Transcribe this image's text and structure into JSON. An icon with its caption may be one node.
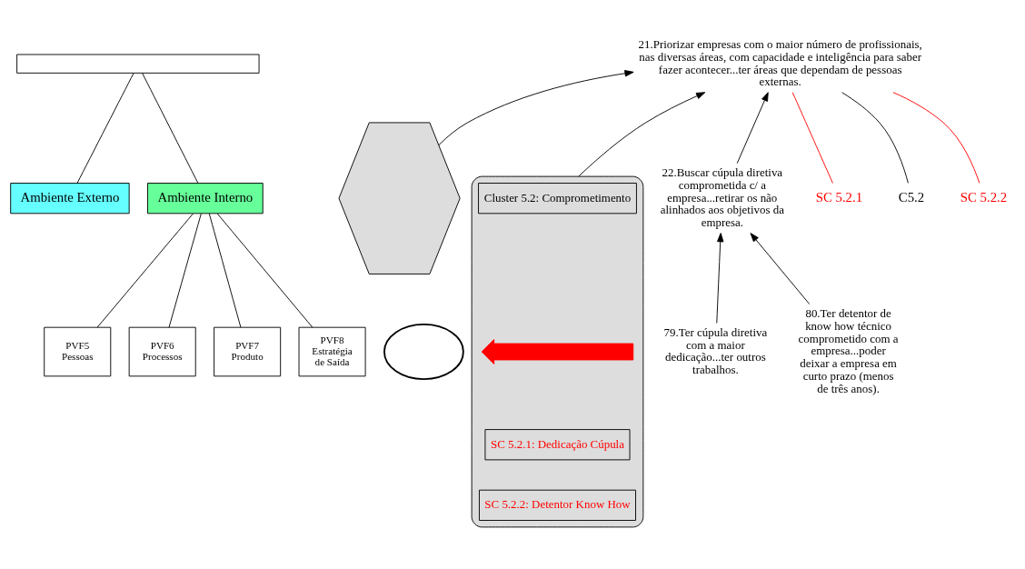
{
  "diagram": {
    "nodes": [
      {
        "text": [],
        "shape": "box"
      },
      {
        "text": [
          "Ambiente Externo"
        ]
      },
      {
        "text": [
          "Ambiente Interno"
        ]
      },
      {
        "text": [
          "PVF5 Pessoas"
        ]
      },
      {
        "text": [
          "PVF6 Processos"
        ]
      },
      {
        "text": [
          "PVF7 Produto"
        ]
      },
      {
        "text": [
          "PVF8 Estratégia de Saída"
        ]
      },
      {
        "text": [],
        "shape": "circle"
      },
      {
        "text": [
          "21.Priorizar empresas com o maior número de profissionais, nas diversas áreas, com capacidade e inteligência para saber fazer acontecer...ter áreas que dependam de pessoas externas."
        ]
      },
      {
        "text": [],
        "shape": "polygon"
      },
      {
        "text": [],
        "shape": "polygon"
      },
      {
        "text": [
          "Cluster 5.2: Comprometimento"
        ],
        "in": 10
      },
      {
        "text": [],
        "shape": "arrow",
        "in": 10
      },
      {
        "text": [
          "SC 5.2.1: Dedicação Cúpula"
        ],
        "in": 10
      },
      {
        "text": [
          "SC 5.2.2: Detentor Know How"
        ],
        "in": 10
      },
      {
        "text": [
          "22.Buscar cúpula diretiva comprometida c/ a empresa...retirar os não alinhados aos objetivos da empresa."
        ]
      },
      {
        "text": [
          "79.Ter cúpula diretiva com a maior dedicação...ter outros trabalhos."
        ]
      },
      {
        "text": [
          "80.Ter detentor de know how técnico comprometido com a empresa...poder deixar a empresa em curto prazo (menos de três anos)."
        ]
      },
      {
        "text": [
          "SC 5.2.1"
        ]
      },
      {
        "text": [
          "C5.2"
        ]
      },
      {
        "text": [
          "SC 5.2.2"
        ]
      }
    ],
    "edges": [
      {
        "from": 0,
        "to": 1,
        "arrow": "none"
      },
      {
        "from": 0,
        "to": 2,
        "arrow": "none"
      },
      {
        "from": 2,
        "to": 3,
        "arrow": "none"
      },
      {
        "from": 2,
        "to": 4,
        "arrow": "none"
      },
      {
        "from": 2,
        "to": 5,
        "arrow": "none"
      },
      {
        "from": 2,
        "to": 6,
        "arrow": "none"
      },
      {
        "from": 9,
        "to": 8,
        "arrow": "to"
      },
      {
        "from": 10,
        "to": 8,
        "arrow": "to"
      },
      {
        "from": 15,
        "to": 8,
        "arrow": "to"
      },
      {
        "from": 16,
        "to": 15,
        "arrow": "to"
      },
      {
        "from": 17,
        "to": 15,
        "arrow": "to"
      },
      {
        "from": 18,
        "to": 8,
        "arrow": "none",
        "color": "#ff0000"
      },
      {
        "from": 19,
        "to": 8,
        "arrow": "none"
      },
      {
        "from": 20,
        "to": 8,
        "arrow": "none",
        "color": "#ff0000"
      }
    ]
  }
}
